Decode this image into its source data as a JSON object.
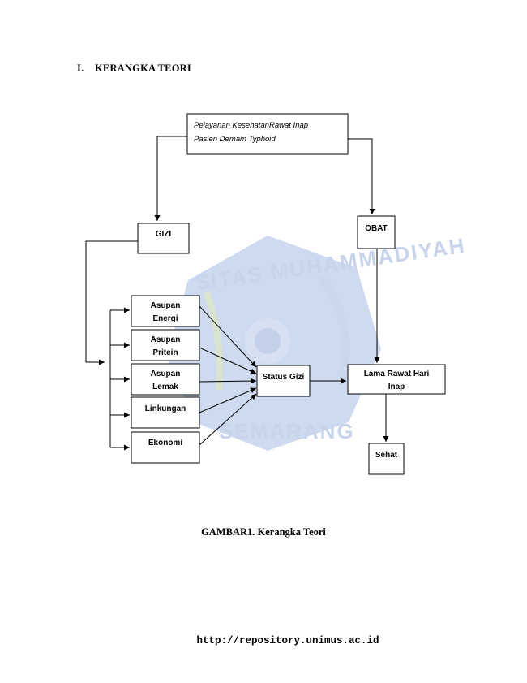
{
  "heading": {
    "number": "I.",
    "title": "KERANGKA TEORI"
  },
  "diagram": {
    "top_box": {
      "line1": "Pelayanan KesehatanRawat Inap",
      "line2": "Pasien Demam Typhoid"
    },
    "gizi": "GIZI",
    "obat": "OBAT",
    "asupan_energi": {
      "line1": "Asupan",
      "line2": "Energi"
    },
    "asupan_pritein": {
      "line1": "Asupan",
      "line2": "Pritein"
    },
    "asupan_lemak": {
      "line1": "Asupan",
      "line2": "Lemak"
    },
    "linkungan": "Linkungan",
    "ekonomi": "Ekonomi",
    "status_gizi": "Status Gizi",
    "lama_rawat": {
      "line1": "Lama Rawat Hari",
      "line2": "Inap"
    },
    "sehat": "Sehat"
  },
  "watermark": {
    "top_text": "SITAS MUHAMMADIYAH",
    "bottom_text": "SEMARANG",
    "color": "#c2d0ea"
  },
  "caption": "GAMBAR1. Kerangka Teori",
  "footer": "http://repository.unimus.ac.id"
}
